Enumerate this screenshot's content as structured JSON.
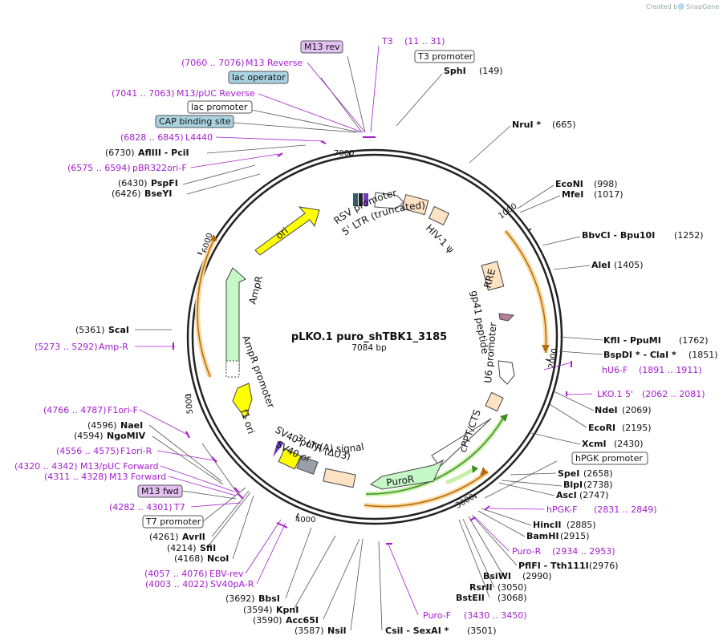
{
  "credit": {
    "prefix": "Created by",
    "brand": "SnapGene"
  },
  "plasmid": {
    "name": "pLKO.1 puro_shTBK1_3185",
    "length": "7084 bp"
  },
  "ticks": [
    "1000",
    "2000",
    "3000",
    "4000",
    "5000",
    "6000",
    "7000"
  ],
  "colors": {
    "primer": "#a41ccf",
    "enzyme": "#111111",
    "ori": "#ffff00",
    "marker": "#c6f7c6",
    "ltr": "#fde2c4",
    "orange": "#f3a42d",
    "green": "#4fa326"
  },
  "right_sites": [
    {
      "name": "SphI",
      "pos": "(149)"
    },
    {
      "name": "NruI *",
      "pos": "(665)"
    },
    {
      "name": "EcoNI",
      "pos": "(998)"
    },
    {
      "name": "MfeI",
      "pos": "(1017)"
    },
    {
      "name": "BbvCI - Bpu10I",
      "pos": "(1252)"
    },
    {
      "name": "AleI",
      "pos": "(1405)"
    },
    {
      "name": "KflI - PpuMI",
      "pos": "(1762)"
    },
    {
      "name": "BspDI * - ClaI *",
      "pos": "(1851)"
    },
    {
      "name": "NdeI",
      "pos": "(2069)"
    },
    {
      "name": "EcoRI",
      "pos": "(2195)"
    },
    {
      "name": "XcmI",
      "pos": "(2430)"
    },
    {
      "name": "SpeI",
      "pos": "(2658)"
    },
    {
      "name": "BlpI",
      "pos": "(2738)"
    },
    {
      "name": "AscI",
      "pos": "(2747)"
    },
    {
      "name": "HincII",
      "pos": "(2885)"
    },
    {
      "name": "BamHI",
      "pos": "(2915)"
    },
    {
      "name": "PflFI - Tth111I",
      "pos": "(2976)"
    },
    {
      "name": "BsiWI",
      "pos": "(2990)"
    },
    {
      "name": "RsrII",
      "pos": "(3050)"
    },
    {
      "name": "BstEII",
      "pos": "(3068)"
    }
  ],
  "right_primers": [
    {
      "name": "T3",
      "pos": "(11 .. 31)"
    },
    {
      "name": "hU6-F",
      "pos": "(1891 .. 1911)"
    },
    {
      "name": "LKO.1 5'",
      "pos": "(2062 .. 2081)"
    },
    {
      "name": "hPGK-F",
      "pos": "(2831 .. 2849)"
    },
    {
      "name": "Puro-R",
      "pos": "(2934 .. 2953)"
    },
    {
      "name": "Puro-F",
      "pos": "(3430 .. 3450)"
    }
  ],
  "right_boxes": [
    "T3 promoter",
    "hPGK promoter"
  ],
  "left_sites": [
    {
      "name": "AflIII - PciI",
      "pos": "(6730)"
    },
    {
      "name": "PspFI",
      "pos": "(6430)"
    },
    {
      "name": "BseYI",
      "pos": "(6426)"
    },
    {
      "name": "ScaI",
      "pos": "(5361)"
    },
    {
      "name": "NaeI",
      "pos": "(4596)"
    },
    {
      "name": "NgoMIV",
      "pos": "(4594)"
    },
    {
      "name": "AvrII",
      "pos": "(4261)"
    },
    {
      "name": "SfiI",
      "pos": "(4214)"
    },
    {
      "name": "NcoI",
      "pos": "(4168)"
    },
    {
      "name": "BbsI",
      "pos": "(3692)"
    },
    {
      "name": "KpnI",
      "pos": "(3594)"
    },
    {
      "name": "Acc65I",
      "pos": "(3590)"
    },
    {
      "name": "NsiI",
      "pos": "(3587)"
    },
    {
      "name": "CsiI - SexAI *",
      "pos": "(3501)"
    }
  ],
  "left_primers": [
    {
      "name": "M13 Reverse",
      "pos": "(7060 .. 7076)"
    },
    {
      "name": "M13/pUC Reverse",
      "pos": "(7041 .. 7063)"
    },
    {
      "name": "L4440",
      "pos": "(6828 .. 6845)"
    },
    {
      "name": "pBR322ori-F",
      "pos": "(6575 .. 6594)"
    },
    {
      "name": "Amp-R",
      "pos": "(5273 .. 5292)"
    },
    {
      "name": "F1ori-F",
      "pos": "(4766 .. 4787)"
    },
    {
      "name": "F1ori-R",
      "pos": "(4556 .. 4575)"
    },
    {
      "name": "M13/pUC Forward",
      "pos": "(4320 .. 4342)"
    },
    {
      "name": "M13 Forward",
      "pos": "(4311 .. 4328)"
    },
    {
      "name": "T7",
      "pos": "(4282 .. 4301)"
    },
    {
      "name": "EBV-rev",
      "pos": "(4057 .. 4076)"
    },
    {
      "name": "SV40pA-R",
      "pos": "(4003 .. 4022)"
    }
  ],
  "left_boxes": [
    "M13 rev",
    "lac operator",
    "lac promoter",
    "CAP binding site",
    "M13 fwd",
    "T7 promoter"
  ],
  "features": [
    "RSV promoter",
    "5' LTR (truncated)",
    "HIV-1 ψ",
    "RRE",
    "gp41 peptide",
    "U6 promoter",
    "cPPT/CTS",
    "PuroR",
    "3' LTR (ΔU3)",
    "SV40 poly(A) signal",
    "SV40 ori",
    "f1 ori",
    "AmpR promoter",
    "AmpR",
    "ori"
  ]
}
